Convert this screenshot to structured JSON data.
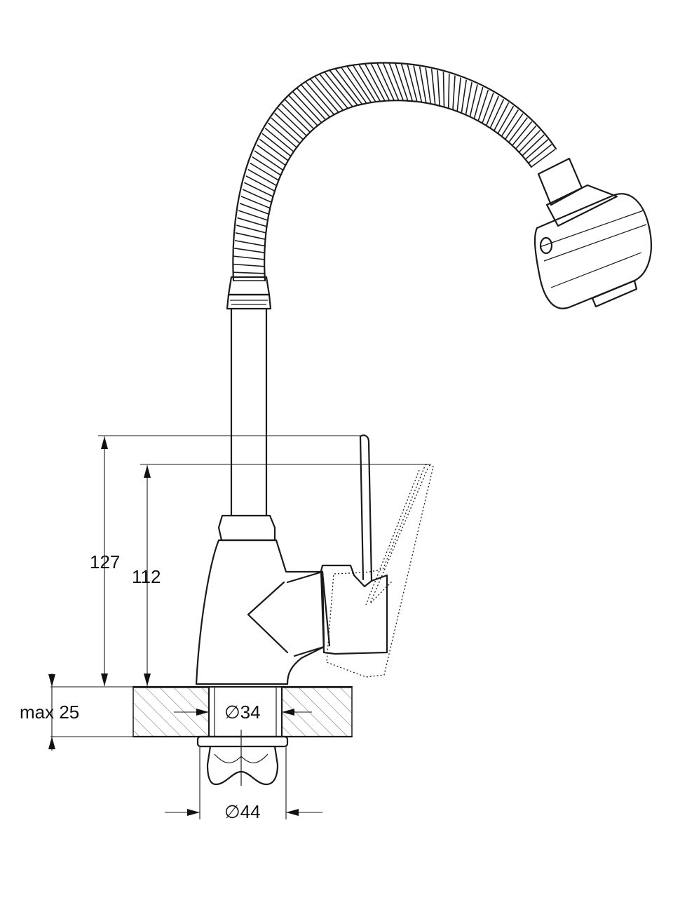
{
  "dimensions": {
    "height_total": "127",
    "height_lever": "112",
    "max_thickness": "max 25",
    "hole_diameter": "∅34",
    "nut_diameter": "∅44"
  }
}
